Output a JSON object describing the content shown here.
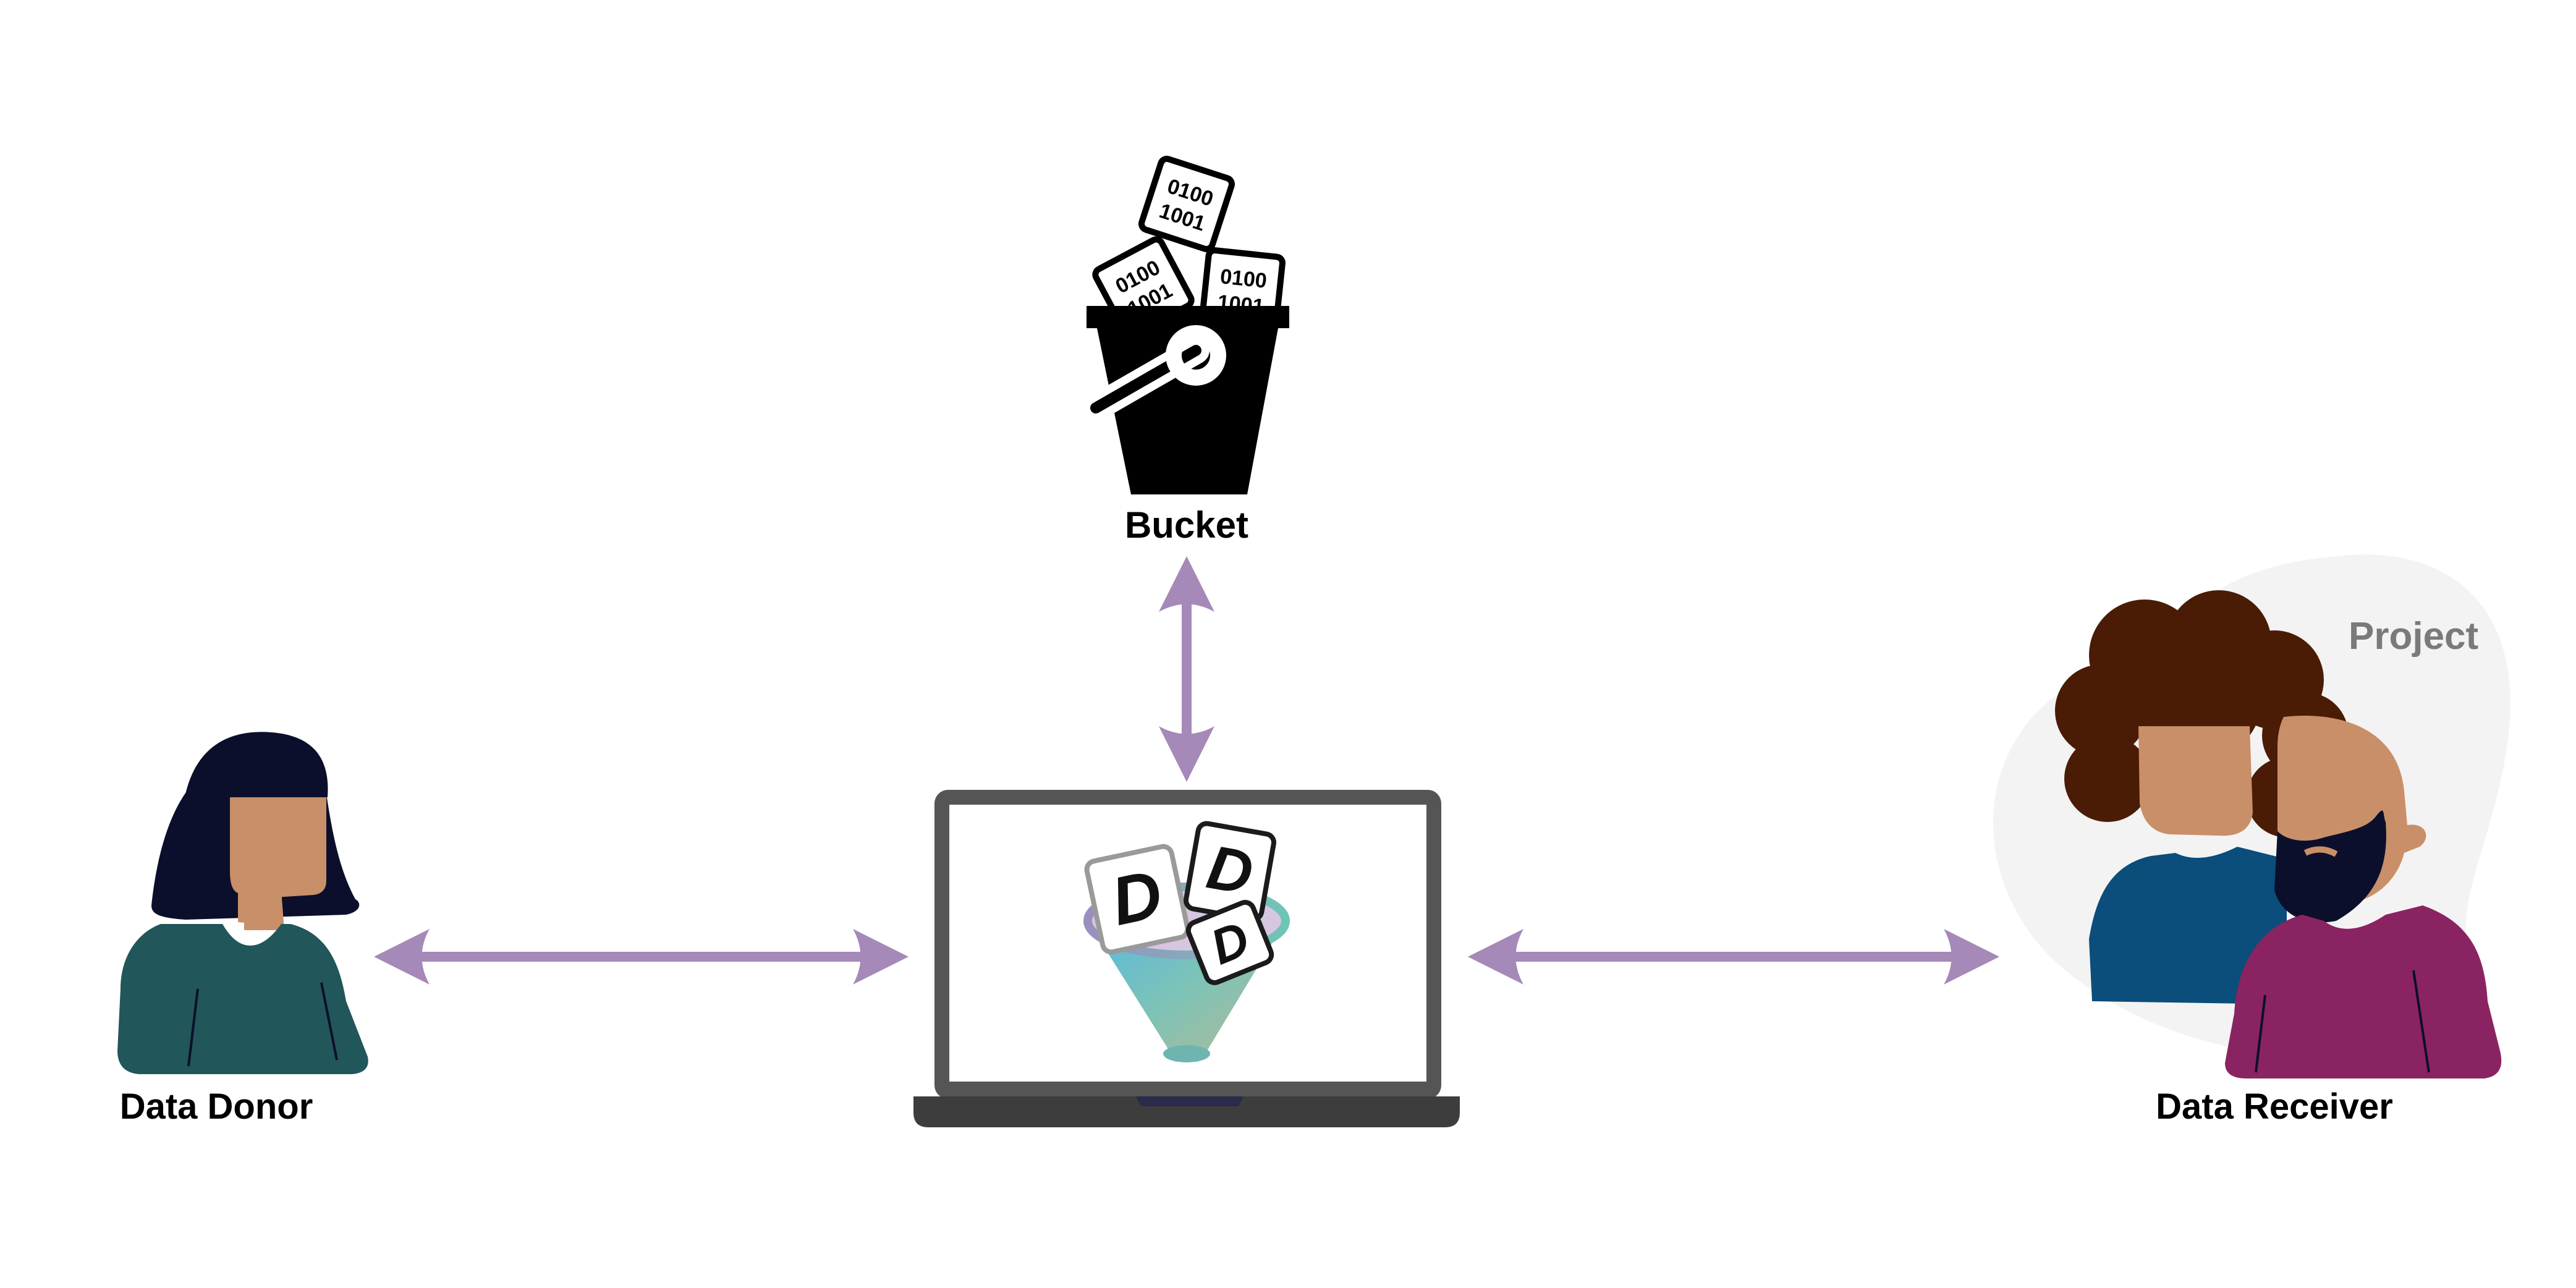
{
  "labels": {
    "bucket": "Bucket",
    "donor": "Data Donor",
    "receiver": "Data Receiver",
    "project": "Project"
  },
  "binary_cards": [
    {
      "line1": "0100",
      "line2": "1001"
    },
    {
      "line1": "0100",
      "line2": "1001"
    },
    {
      "line1": "0100",
      "line2": "1001"
    }
  ],
  "logo_letter": "D",
  "colors": {
    "arrow": "#a589b8",
    "donor_hair": "#0b0f2c",
    "donor_skin": "#c98f68",
    "donor_shirt": "#21565a",
    "receiver1_hair": "#4a1c05",
    "receiver1_shirt": "#0b4d7b",
    "receiver2_beard": "#0b0f2c",
    "receiver2_shirt": "#8a2362",
    "project_bg": "#f3f3f3",
    "project_text": "#7a7a7a",
    "laptop_frame": "#555555",
    "laptop_base": "#3d3d3d",
    "bucket": "#000000"
  },
  "icons": [
    "bucket-icon",
    "laptop-icon",
    "funnel-logo-icon",
    "person-donor-icon",
    "person-receiver-icon",
    "bidirectional-arrow-icon"
  ]
}
